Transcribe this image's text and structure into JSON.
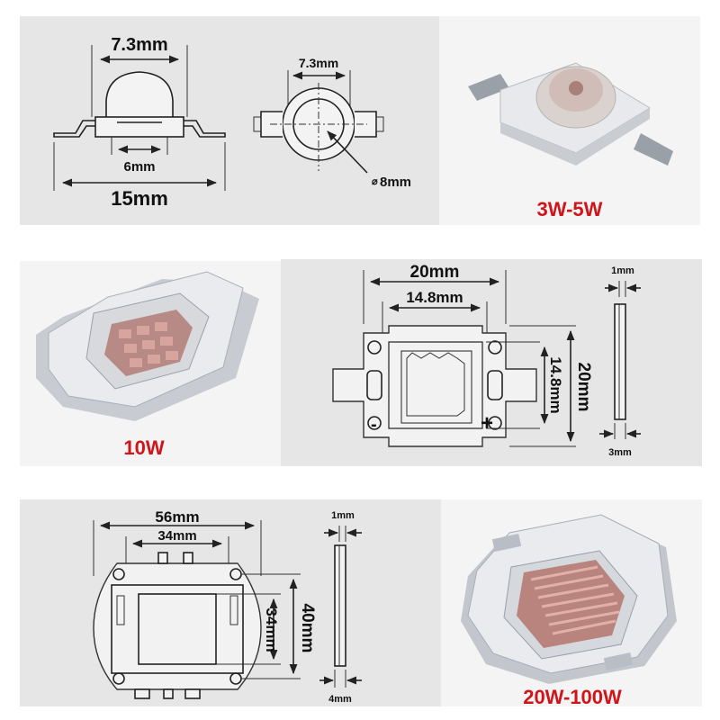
{
  "diagram_3w": {
    "side": {
      "top_width": "7.3mm",
      "inner_width": "6mm",
      "total_width": "15mm"
    },
    "top": {
      "width": "7.3mm",
      "diameter": "8mm"
    },
    "label": "3W-5W"
  },
  "diagram_10w": {
    "outer_width": "20mm",
    "inner_width": "14.8mm",
    "inner_height": "14.8mm",
    "outer_height": "20mm",
    "thickness_top": "1mm",
    "thickness_bottom": "3mm",
    "minus": "-",
    "plus": "+",
    "label": "10W"
  },
  "diagram_100w": {
    "outer_width": "56mm",
    "inner_width": "34mm",
    "inner_height": "34mm",
    "outer_height": "40mm",
    "thickness_top": "1mm",
    "thickness_bottom": "4mm",
    "label": "20W-100W"
  },
  "colors": {
    "panel": "#e6e6e6",
    "label": "#d0141a"
  }
}
